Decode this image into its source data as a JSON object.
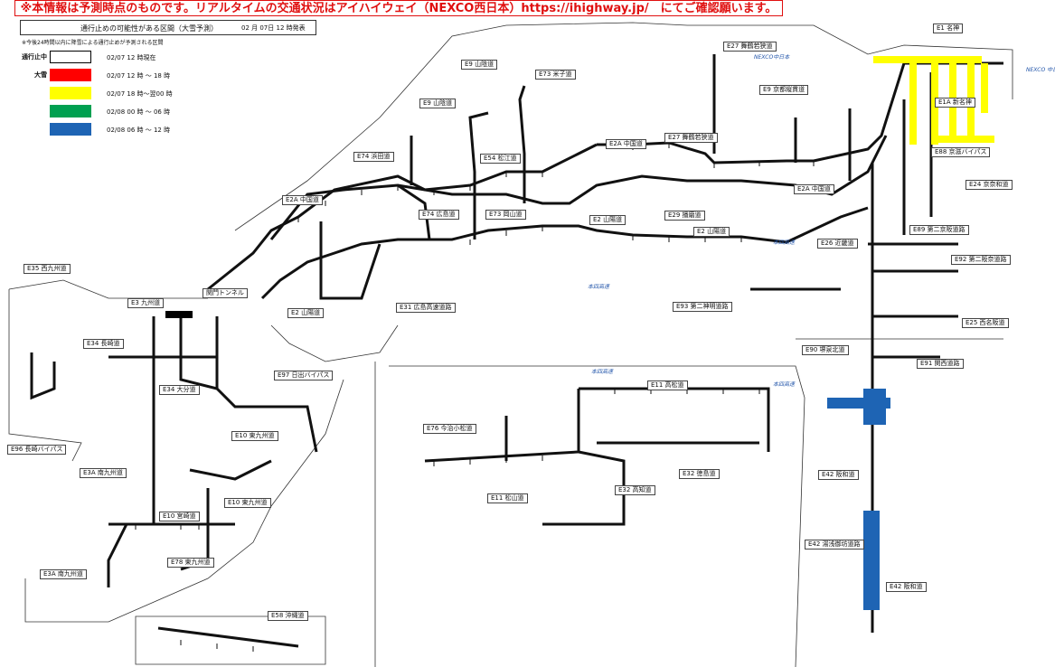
{
  "notice": "※本情報は予測時点のものです。リアルタイムの交通状況はアイハイウェイ（NEXCO西日本）https://ihighway.jp/　にてご確認願います。",
  "title": {
    "text": "通行止めの可能性がある区間（大雪予測）",
    "date": "02 月 07日 12 時発表"
  },
  "subnote": "※今後24時間以内に降雪による通行止めが予測される区間",
  "legend": [
    {
      "label": "通行止中",
      "color": "#ffffff",
      "time": "02/07 12 時現在"
    },
    {
      "label": "大雪",
      "color": "#ff0000",
      "time": "02/07 12 時 ～ 18 時"
    },
    {
      "label": "",
      "color": "#ffff00",
      "time": "02/07 18 時～翌00 時"
    },
    {
      "label": "",
      "color": "#00a050",
      "time": "02/08 00 時 ～ 06 時"
    },
    {
      "label": "",
      "color": "#1e64b4",
      "time": "02/08 06 時 ～ 12 時"
    }
  ],
  "routes": {
    "e1": "E1 名神",
    "e1a": "E1A 新名神",
    "e88": "E88 京滋バイパス",
    "e27a": "E27 舞鶴若狭道",
    "e27b": "E27 舞鶴若狭道",
    "e9a": "E9 山陰道",
    "e9b": "E9 山陰道",
    "e9c": "E9 京都縦貫道",
    "e73a": "E73 米子道",
    "e54": "E54 松江道",
    "e74a": "E74 浜田道",
    "e74b": "E74 広島道",
    "e2a_c1": "E2A 中国道",
    "e2a_c2": "E2A 中国道",
    "e2a_c3": "E2A 中国道",
    "e73b": "E73 岡山道",
    "e2_s1": "E2 山陽道",
    "e2_s2": "E2 山陽道",
    "e2_s3": "E2 山陽道",
    "e29": "E29 播磨道",
    "e24": "E24 京奈和道",
    "e26": "E26 近畿道",
    "e89": "E89 第二京阪道路",
    "e92": "E92 第二阪奈道路",
    "e25": "E25 西名阪道",
    "e93": "E93 第二神明道路",
    "e90": "E90 堺泉北道",
    "e91": "E91 関西道路",
    "e31": "E31 広島高速道路",
    "e35": "E35 西九州道",
    "e3": "E3 九州道",
    "kanmon": "関門トンネル",
    "e34a": "E34 長崎道",
    "e34b": "E34 大分道",
    "e97": "E97 日出バイパス",
    "e10a": "E10 東九州道",
    "e10b": "E10 東九州道",
    "e10c": "E10 宮崎道",
    "e96": "E96 長崎バイパス",
    "e3a_a": "E3A 南九州道",
    "e3a_b": "E3A 南九州道",
    "e78": "E78 東九州道",
    "e11a": "E11 高松道",
    "e11b": "E11 松山道",
    "e76": "E76 今治小松道",
    "e32a": "E32 徳島道",
    "e32b": "E32 高知道",
    "e42a": "E42 阪和道",
    "e42b": "E42 湯浅御坊道路",
    "e42c": "E42 阪和道",
    "e58": "E58 沖縄道"
  },
  "nexco": {
    "a": "NEXCO中日本",
    "b": "NEXCO\n中日本",
    "c": "本四高速",
    "d": "本四高速",
    "e": "本四高速",
    "f": "本四高速"
  }
}
